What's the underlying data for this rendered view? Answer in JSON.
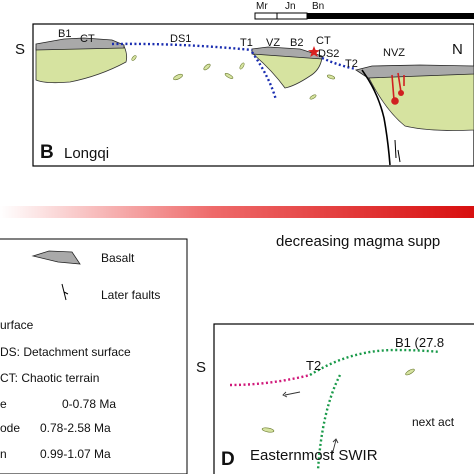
{
  "timescale": {
    "labels": [
      "Mr",
      "Jn",
      "Bn"
    ]
  },
  "panel_b": {
    "letter": "B",
    "title": "Longqi",
    "south": "S",
    "north": "N",
    "labels": {
      "b1": "B1",
      "ct1": "CT",
      "ds1": "DS1",
      "t1": "T1",
      "vz": "VZ",
      "b2": "B2",
      "ct2": "CT",
      "ds2": "DS2",
      "t2": "T2",
      "nvz": "NVZ"
    }
  },
  "gradient_bar": {
    "caption": "decreasing magma supp"
  },
  "legend": {
    "basalt": "Basalt",
    "faults": "Later faults",
    "surface": "urface",
    "ds": "DS: Detachment surface",
    "ct": "CT:  Chaotic terrain",
    "age_rows": [
      {
        "name": "e",
        "range": "0-0.78 Ma"
      },
      {
        "name": "ode",
        "range": "0.78-2.58 Ma"
      },
      {
        "name": "n",
        "range": "0.99-1.07 Ma"
      }
    ]
  },
  "panel_d": {
    "letter": "D",
    "title": "Easternmost SWIR",
    "south": "S",
    "t2": "T2",
    "b1": "B1 (27.8",
    "note": "next act"
  },
  "colors": {
    "basalt": "#a9a9a9",
    "crust": "#d6e3a0",
    "detachment_blue": "#1a2db0",
    "detachment_pink": "#d0187a",
    "detachment_green": "#1a9a4a",
    "gradient_red": "#e01616"
  }
}
